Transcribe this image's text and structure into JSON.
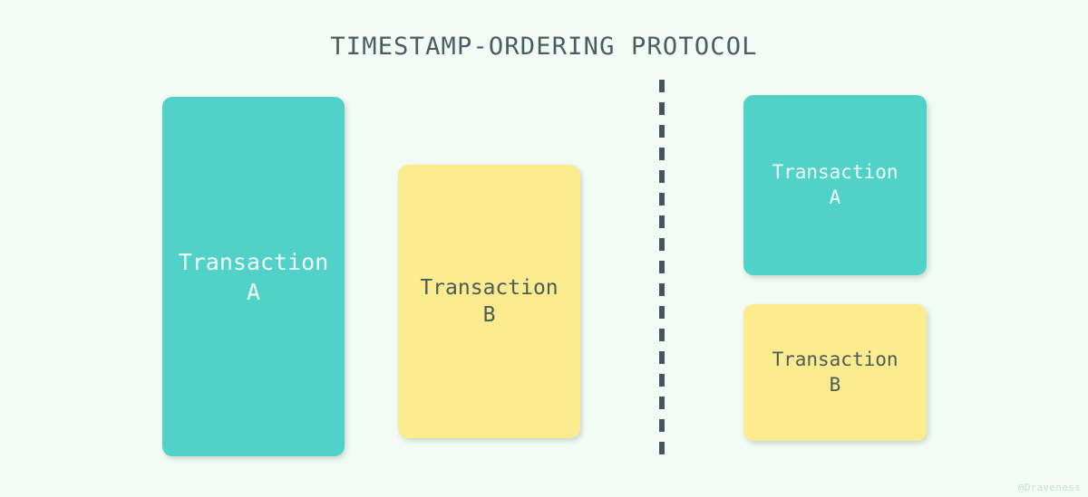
{
  "title": "TIMESTAMP-ORDERING PROTOCOL",
  "colors": {
    "background": "#f2fcf4",
    "teal": "#51d2c8",
    "yellow": "#fcec8f",
    "title_text": "#4a5c63",
    "dark_text": "#4a5c5a",
    "light_text": "#f2fdf8",
    "divider": "#44555e",
    "watermark": "#c9dfd2"
  },
  "divider": {
    "name": "vertical-dashed-divider",
    "style": "dashed"
  },
  "left_panel": {
    "boxes": [
      {
        "id": "left-transaction-a",
        "color": "teal",
        "line1": "Transaction",
        "line2": "A"
      },
      {
        "id": "left-transaction-b",
        "color": "yellow",
        "line1": "Transaction",
        "line2": "B"
      }
    ]
  },
  "right_panel": {
    "boxes": [
      {
        "id": "right-transaction-a",
        "color": "teal",
        "line1": "Transaction",
        "line2": "A"
      },
      {
        "id": "right-transaction-b",
        "color": "yellow",
        "line1": "Transaction",
        "line2": "B"
      }
    ]
  },
  "watermark": "@Draveness"
}
